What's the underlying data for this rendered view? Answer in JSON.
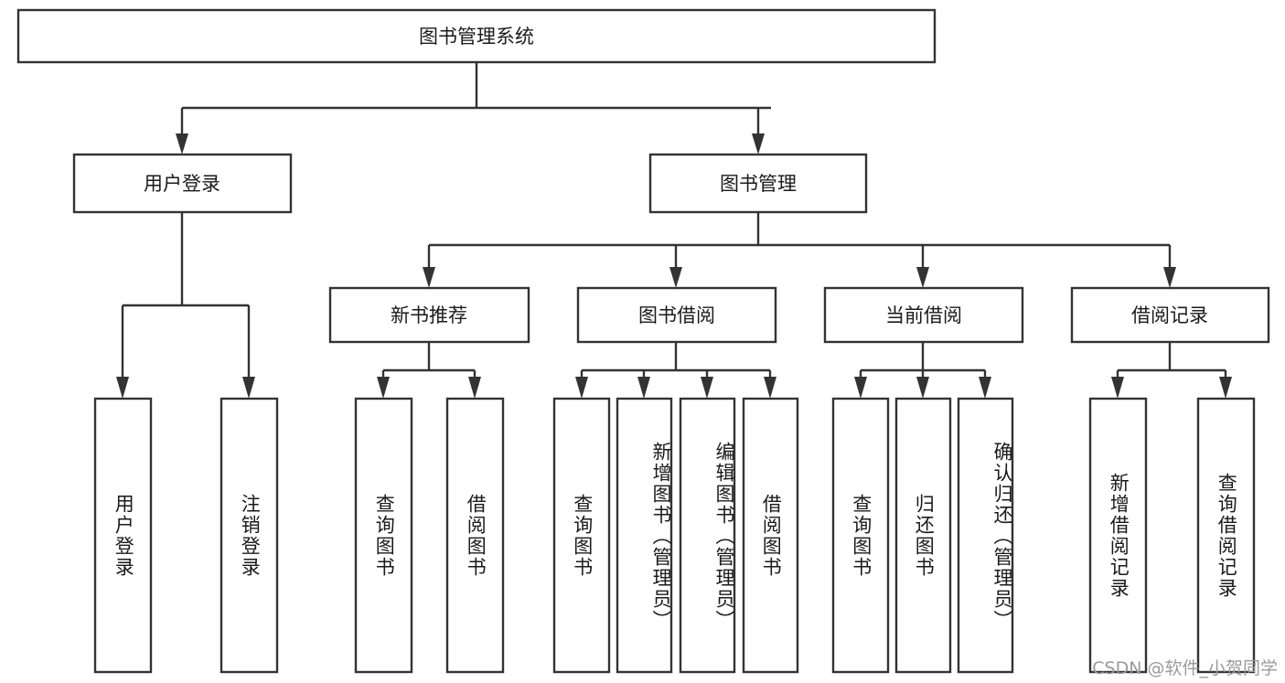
{
  "diagram": {
    "title": "图书管理系统",
    "type": "tree-hierarchy",
    "root": {
      "label": "图书管理系统",
      "orientation": "horizontal"
    },
    "level2": [
      {
        "label": "用户登录",
        "orientation": "horizontal"
      },
      {
        "label": "图书管理",
        "orientation": "horizontal"
      }
    ],
    "level3": [
      {
        "label": "新书推荐",
        "orientation": "horizontal"
      },
      {
        "label": "图书借阅",
        "orientation": "horizontal"
      },
      {
        "label": "当前借阅",
        "orientation": "horizontal"
      },
      {
        "label": "借阅记录",
        "orientation": "horizontal"
      }
    ],
    "leaves": {
      "user_login": [
        {
          "label": "用户登录",
          "orientation": "vertical"
        },
        {
          "label": "注销登录",
          "orientation": "vertical"
        }
      ],
      "new_book_recommend": [
        {
          "label": "查询图书",
          "orientation": "vertical"
        },
        {
          "label": "借阅图书",
          "orientation": "vertical"
        }
      ],
      "book_borrow": [
        {
          "label": "查询图书",
          "orientation": "vertical"
        },
        {
          "label": "新增图书（管理员）",
          "orientation": "vertical"
        },
        {
          "label": "编辑图书（管理员）",
          "orientation": "vertical"
        },
        {
          "label": "借阅图书",
          "orientation": "vertical"
        }
      ],
      "current_borrow": [
        {
          "label": "查询图书",
          "orientation": "vertical"
        },
        {
          "label": "归还图书",
          "orientation": "vertical"
        },
        {
          "label": "确认归还（管理员）",
          "orientation": "vertical"
        }
      ],
      "borrow_record": [
        {
          "label": "新增借阅记录",
          "orientation": "vertical"
        },
        {
          "label": "查询借阅记录",
          "orientation": "vertical"
        }
      ]
    }
  },
  "watermark": {
    "text": "CSDN @软件_小贺同学"
  },
  "colors": {
    "background": "#ffffff",
    "box_stroke": "#333333",
    "box_fill": "#ffffff",
    "text": "#1a1a1a",
    "watermark": "#9a9a9a"
  }
}
